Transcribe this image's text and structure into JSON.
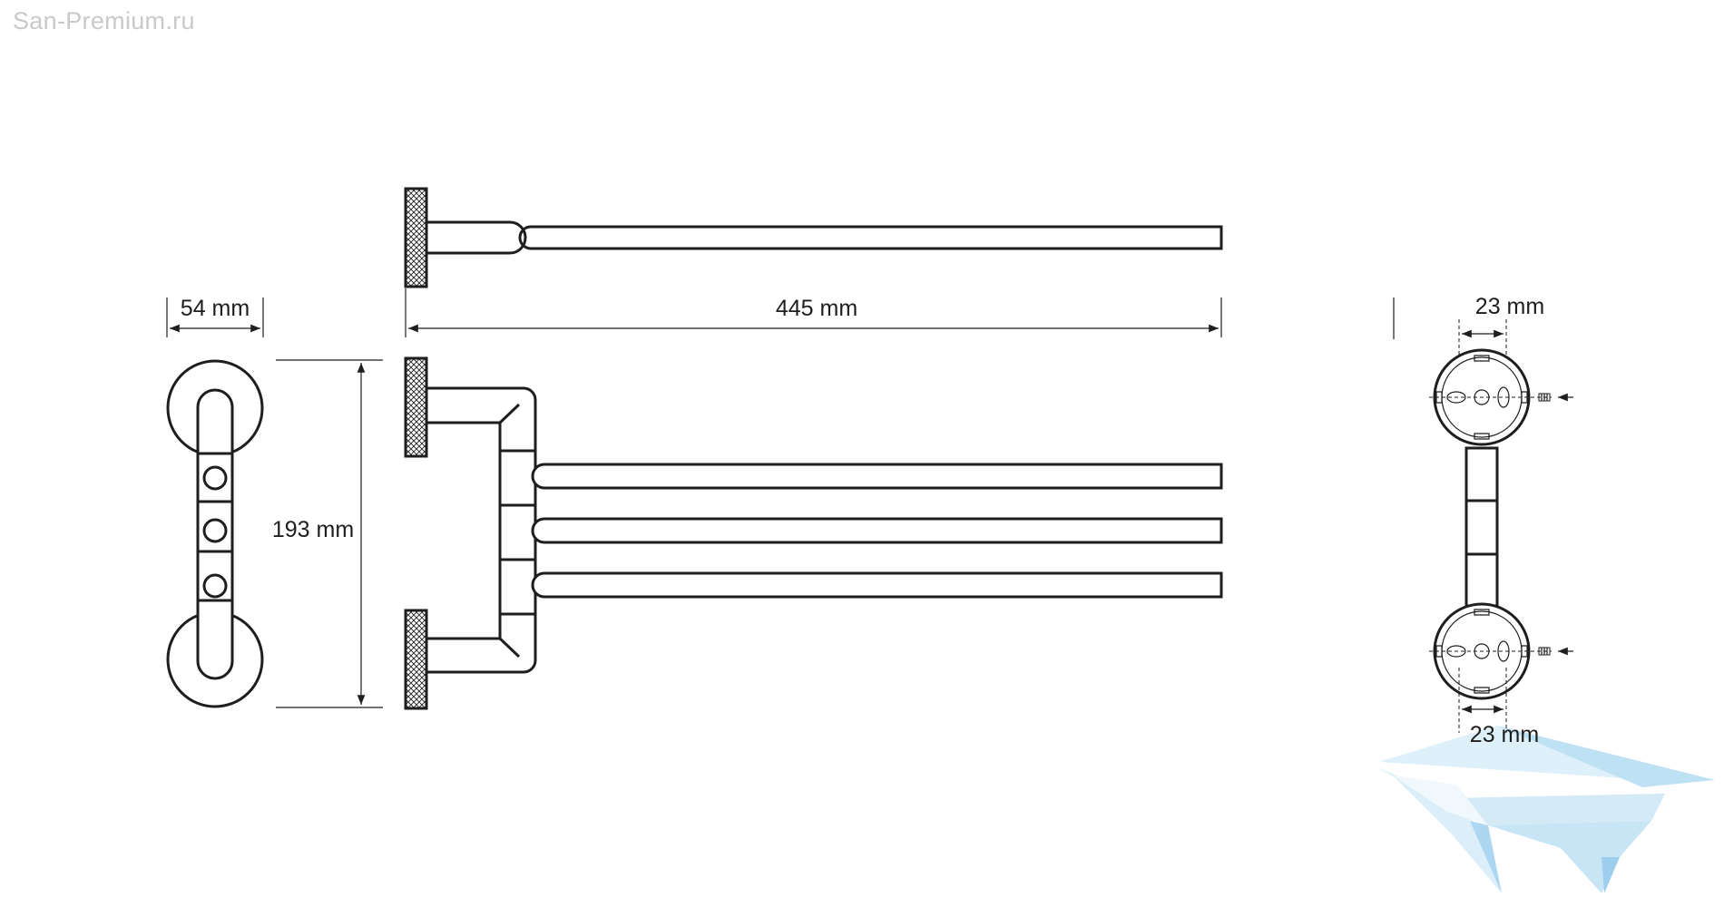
{
  "watermark": {
    "site": "San-Premium.ru"
  },
  "dimensions": {
    "width": "54 mm",
    "length": "445 mm",
    "height": "193 mm",
    "hole_spacing_top": "23 mm",
    "hole_spacing_bottom": "23 mm"
  },
  "colors": {
    "line": "#1e1e1e",
    "logo_light": "#cfe8f7",
    "logo_mid": "#9fd0ef",
    "watermark_text": "#c9c9c9"
  }
}
